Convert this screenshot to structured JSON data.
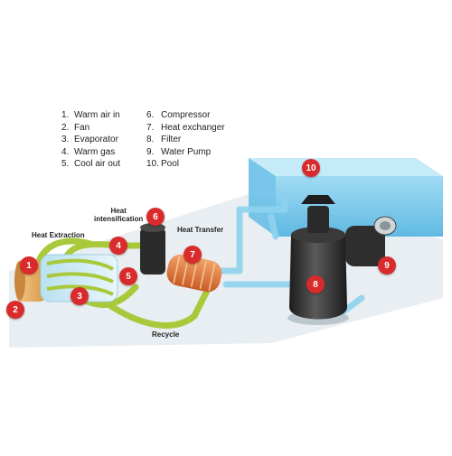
{
  "legend": {
    "left": [
      {
        "num": "1.",
        "text": "Warm air in"
      },
      {
        "num": "2.",
        "text": "Fan"
      },
      {
        "num": "3.",
        "text": "Evaporator"
      },
      {
        "num": "4.",
        "text": "Warm gas"
      },
      {
        "num": "5.",
        "text": "Cool air out"
      }
    ],
    "right": [
      {
        "num": "6.",
        "text": "Compressor"
      },
      {
        "num": "7.",
        "text": "Heat exchanger"
      },
      {
        "num": "8.",
        "text": "Filter"
      },
      {
        "num": "9.",
        "text": "Water Pump"
      },
      {
        "num": "10.",
        "text": "Pool"
      }
    ]
  },
  "labels": {
    "heat_extraction": "Heat Extraction",
    "heat_intensification_1": "Heat",
    "heat_intensification_2": "intensification",
    "heat_transfer": "Heat Transfer",
    "recycle": "Recycle"
  },
  "badges": {
    "b1": "1",
    "b2": "2",
    "b3": "3",
    "b4": "4",
    "b5": "5",
    "b6": "6",
    "b7": "7",
    "b8": "8",
    "b9": "9",
    "b10": "10"
  },
  "colors": {
    "badge": "#d92b2b",
    "pipe_blue": "#8fd3ee",
    "pipe_green": "#a9c93a",
    "pool": "#6fc4ea",
    "heat_exchanger": "#e0763a",
    "dark_equipment": "#2b2b2b",
    "background_floor": "#e8eef2"
  }
}
